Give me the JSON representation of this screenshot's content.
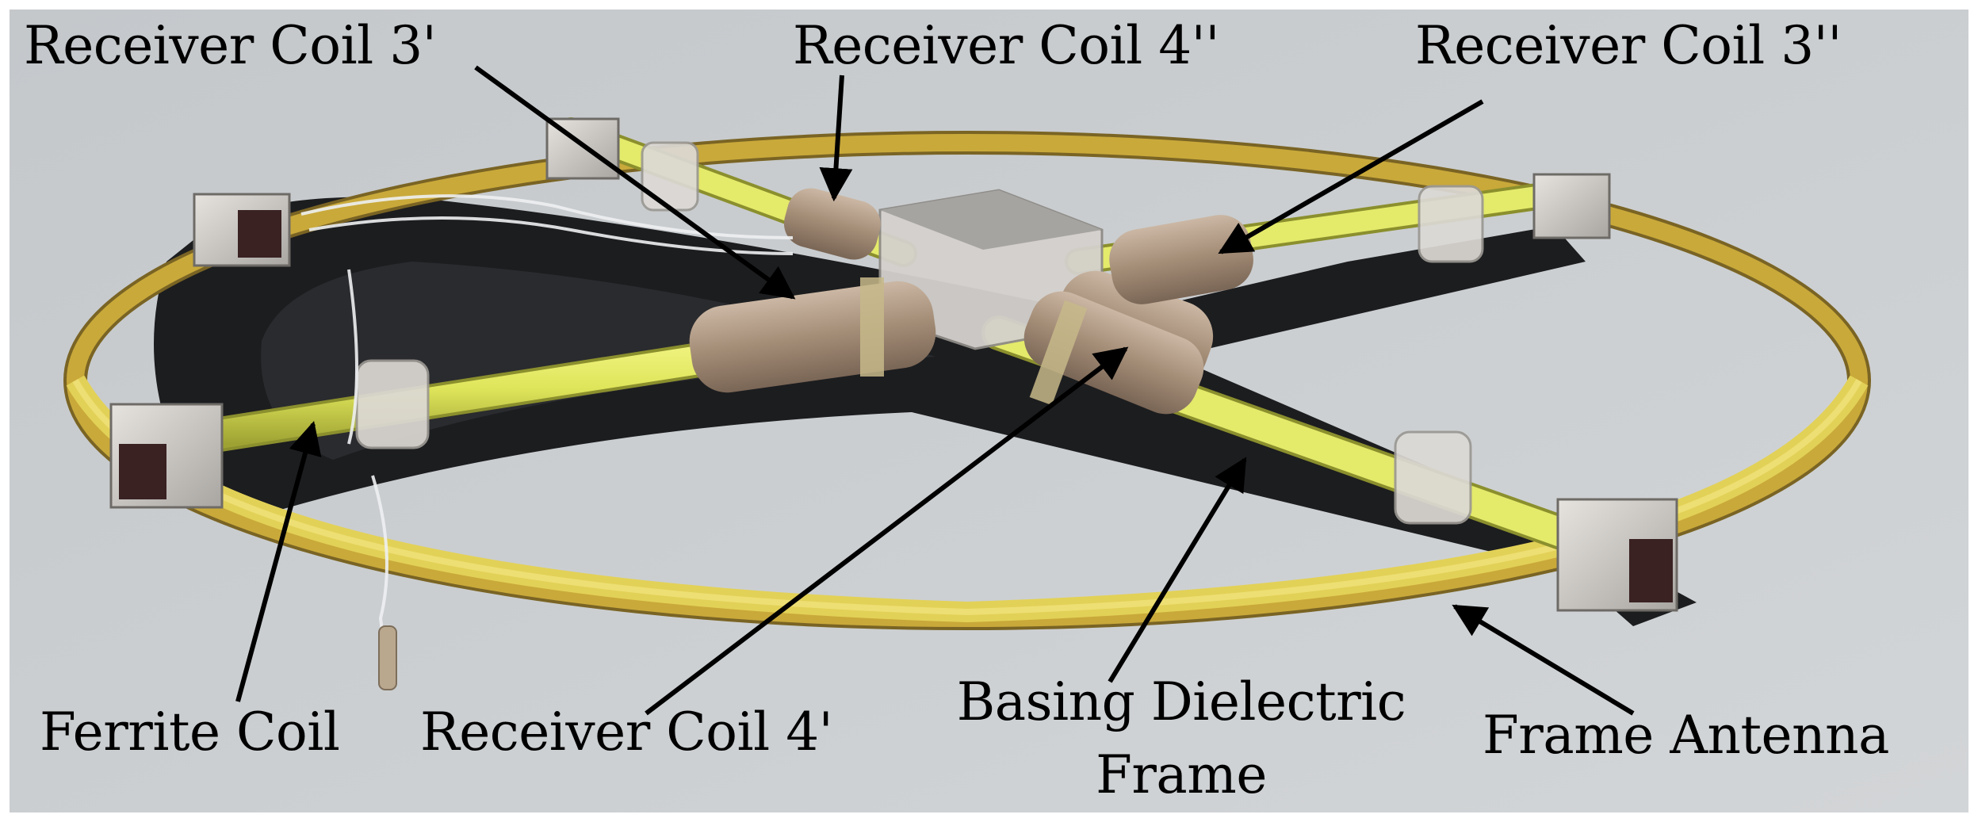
{
  "labels": {
    "receiver_coil_3_prime": "Receiver Coil 3'",
    "receiver_coil_4_double": "Receiver Coil 4''",
    "receiver_coil_3_double": "Receiver Coil 3''",
    "ferrite_coil": "Ferrite Coil",
    "receiver_coil_4_prime": "Receiver Coil 4'",
    "basing_dielectric_frame_line1": "Basing Dielectric",
    "basing_dielectric_frame_line2": "Frame",
    "frame_antenna": "Frame Antenna"
  },
  "colors": {
    "background": "#c9cdd0",
    "frame_antenna": "#c9a93a",
    "ferrite_rod": "#e4ea6a",
    "dielectric_frame": "#1c1d1f",
    "receiver_coil": "#a8927c",
    "plastic_block": "#d9d6d2",
    "arrow": "#000000"
  }
}
